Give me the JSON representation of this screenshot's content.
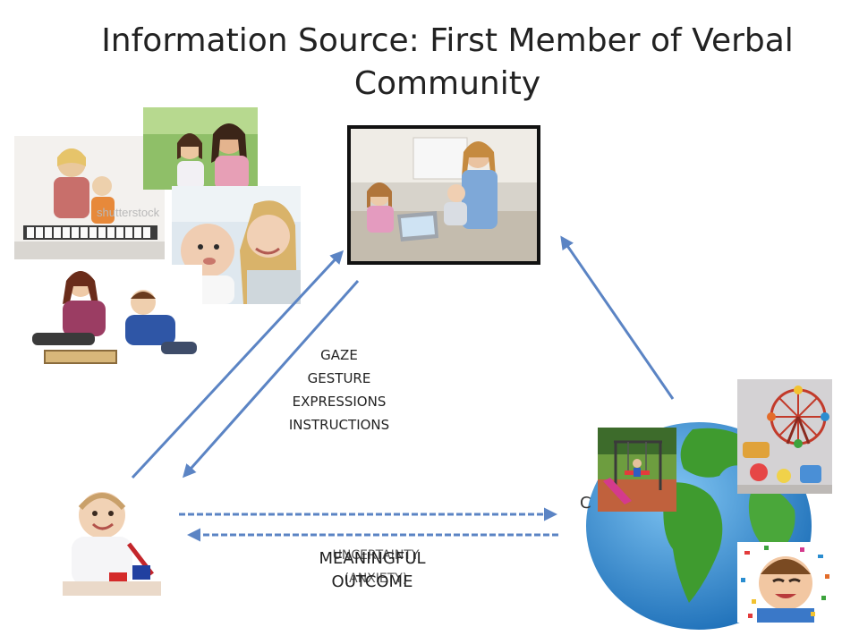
{
  "slide": {
    "title_line1": "Information Source:  First Member of Verbal",
    "title_line2": "Community"
  },
  "photos": {
    "caregiver_collage": [
      "shutterstock"
    ],
    "center": "",
    "baby": "",
    "playground": "",
    "toys": "",
    "party_kid": ""
  },
  "channels": {
    "items": [
      "GAZE",
      "GESTURE",
      "EXPRESSIONS",
      "INSTRUCTIONS"
    ]
  },
  "outcome": {
    "overlay_a_line1": "UNCERTAINTY",
    "overlay_a_line2": "(ANXIETY)",
    "overlay_b_line1": "MEANINGFUL",
    "overlay_b_line2": "OUTCOME"
  },
  "world": {
    "partial_label": "C"
  },
  "colors": {
    "arrow": "#5b84c4",
    "ocean": "#2e8fd6",
    "land": "#3f9b2f"
  }
}
